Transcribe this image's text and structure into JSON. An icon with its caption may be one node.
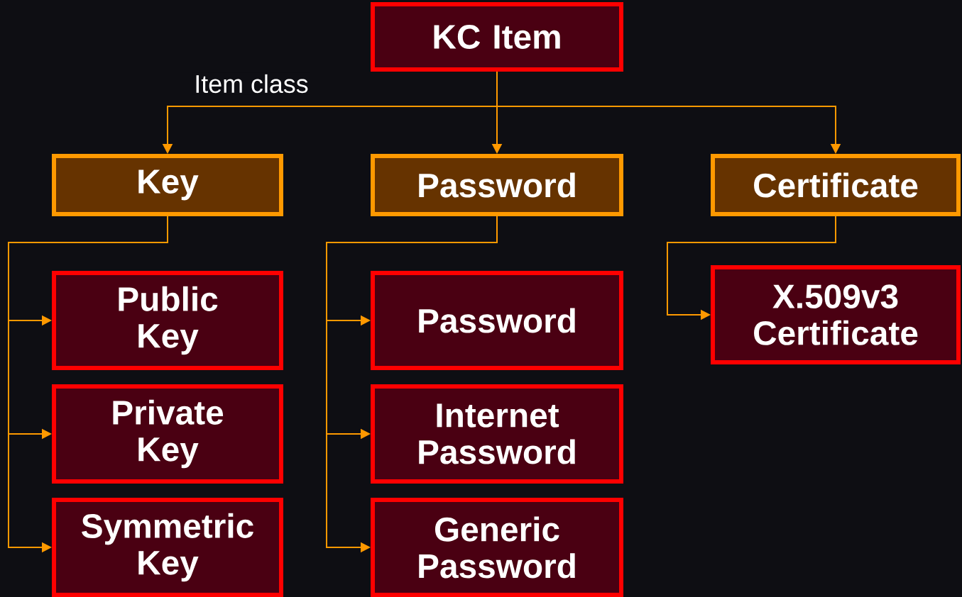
{
  "diagram": {
    "nodes": [
      {
        "text": [
          "KC Item"
        ]
      },
      {
        "text": [
          "Key"
        ]
      },
      {
        "text": [
          "Password"
        ]
      },
      {
        "text": [
          "Certificate"
        ]
      },
      {
        "text": [
          "Public Key"
        ]
      },
      {
        "text": [
          "Private Key"
        ]
      },
      {
        "text": [
          "Symmetric Key"
        ]
      },
      {
        "text": [
          "Password"
        ]
      },
      {
        "text": [
          "Internet Password"
        ]
      },
      {
        "text": [
          "Generic Password"
        ]
      },
      {
        "text": [
          "X.509v3 Certificate"
        ]
      }
    ],
    "edges": [
      {
        "from": 0,
        "to": 1,
        "arrow": "to",
        "label": "Item class"
      },
      {
        "from": 0,
        "to": 2,
        "arrow": "to"
      },
      {
        "from": 0,
        "to": 3,
        "arrow": "to"
      },
      {
        "from": 1,
        "to": 4,
        "arrow": "to"
      },
      {
        "from": 1,
        "to": 5,
        "arrow": "to"
      },
      {
        "from": 1,
        "to": 6,
        "arrow": "to"
      },
      {
        "from": 2,
        "to": 7,
        "arrow": "to"
      },
      {
        "from": 2,
        "to": 8,
        "arrow": "to"
      },
      {
        "from": 2,
        "to": 9,
        "arrow": "to"
      },
      {
        "from": 3,
        "to": 10,
        "arrow": "to"
      }
    ]
  }
}
